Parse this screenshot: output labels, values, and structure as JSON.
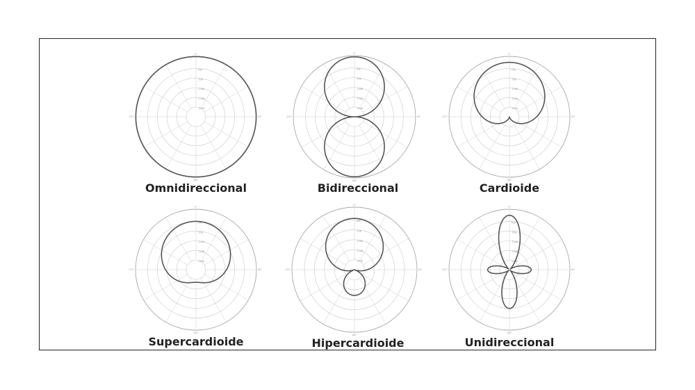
{
  "diagrams": [
    {
      "label": "Omnidireccional",
      "shape": "omni",
      "db_labels": [
        "0dB",
        "-5dB",
        "-10dB",
        "-15dB",
        "-20dB"
      ],
      "angle_labels": [
        "0°",
        "90°",
        "180°",
        "270°"
      ]
    },
    {
      "label": "Bidireccional",
      "shape": "figure8",
      "db_labels": [
        "0dB",
        "-5dB",
        "-10dB",
        "-15dB",
        "-20dB"
      ],
      "angle_labels": [
        "0°",
        "90°",
        "180°",
        "270°"
      ]
    },
    {
      "label": "Cardioide",
      "shape": "cardioid",
      "db_labels": [
        "0dB",
        "-5dB",
        "-10dB",
        "-15dB",
        "-20dB"
      ],
      "angle_labels": [
        "0°",
        "90°",
        "180°",
        "270°"
      ]
    },
    {
      "label": "Supercardioide",
      "shape": "supercardioid",
      "db_labels": [
        "0dB",
        "-5dB",
        "-10dB",
        "-15dB",
        "-20dB"
      ],
      "angle_labels": [
        "0°",
        "90°",
        "180°",
        "270°"
      ]
    },
    {
      "label": "Hipercardioide",
      "shape": "hypercardioid",
      "db_labels": [
        "0dB",
        "-5dB",
        "-10dB",
        "-15dB",
        "-20dB"
      ],
      "angle_labels": [
        "0°",
        "90°",
        "180°",
        "270°"
      ]
    },
    {
      "label": "Unidireccional",
      "shape": "unidirectional",
      "db_labels": [
        "0dB",
        "-5dB",
        "-10dB",
        "-15dB",
        "-20dB"
      ],
      "angle_labels": [
        "0°",
        "90°",
        "180°",
        "270°"
      ]
    }
  ]
}
